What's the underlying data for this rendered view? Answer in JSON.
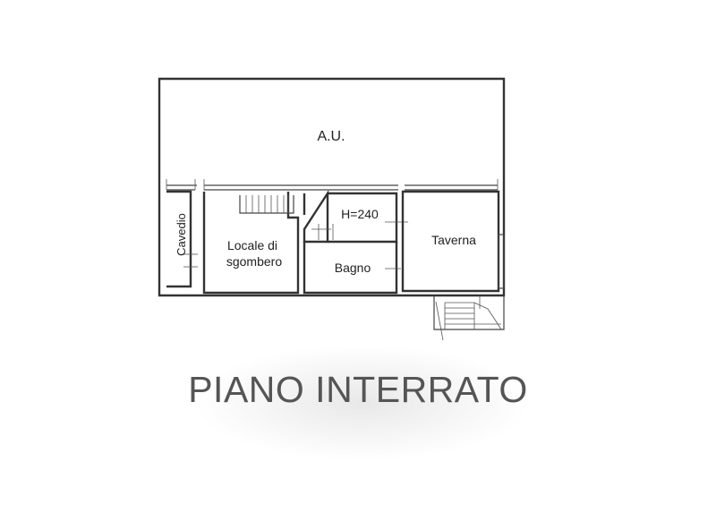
{
  "plan": {
    "rooms": {
      "au": "A.U.",
      "cavedio": "Cavedio",
      "locale_line1": "Locale di",
      "locale_line2": "sgombero",
      "height": "H=240",
      "bagno": "Bagno",
      "taverna": "Taverna"
    },
    "title": "PIANO INTERRATO"
  }
}
